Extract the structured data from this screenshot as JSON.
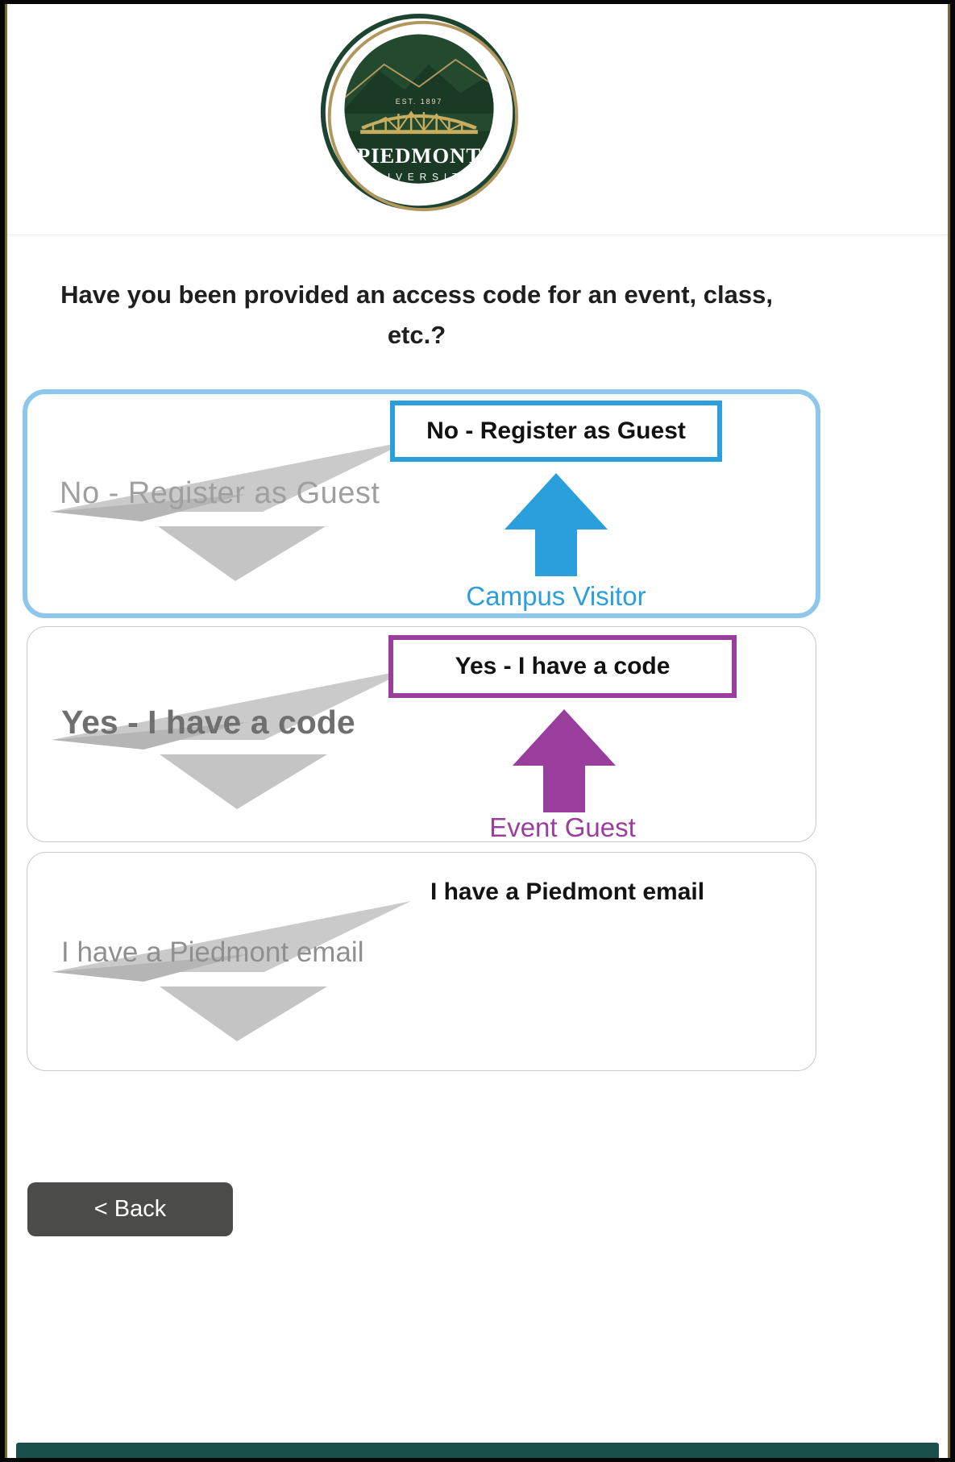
{
  "page": {
    "question": "Have you been provided an access code for an event, class, etc.?",
    "back_label": "< Back"
  },
  "logo": {
    "name": "PIEDMONT",
    "subtitle": "UNIVERSITY",
    "establishment": "EST. 1897"
  },
  "options": [
    {
      "label": "No - Register as Guest",
      "watermark": "No - Register as Guest",
      "annotation": "Campus Visitor",
      "accent_color": "#2b9fdc",
      "highlight_border": "#8ec6ec",
      "highlighted": true
    },
    {
      "label": "Yes - I have a code",
      "watermark": "Yes - I have a code",
      "annotation": "Event Guest",
      "accent_color": "#9a3e9d",
      "highlighted": false
    },
    {
      "label": "I have a Piedmont email",
      "watermark": "I have a Piedmont email",
      "annotation": "",
      "accent_color": "",
      "highlighted": false
    }
  ],
  "colors": {
    "blue_accent": "#2b9fdc",
    "blue_highlight_border": "#8ec6ec",
    "purple_accent": "#9a3e9d",
    "card_border": "#c9c9c9",
    "back_button_bg": "#4b4b49",
    "bottom_bar": "#19504c",
    "logo_green": "#1c4431",
    "logo_gold": "#b1975b",
    "watermark_gray": "#9a9a9a"
  }
}
